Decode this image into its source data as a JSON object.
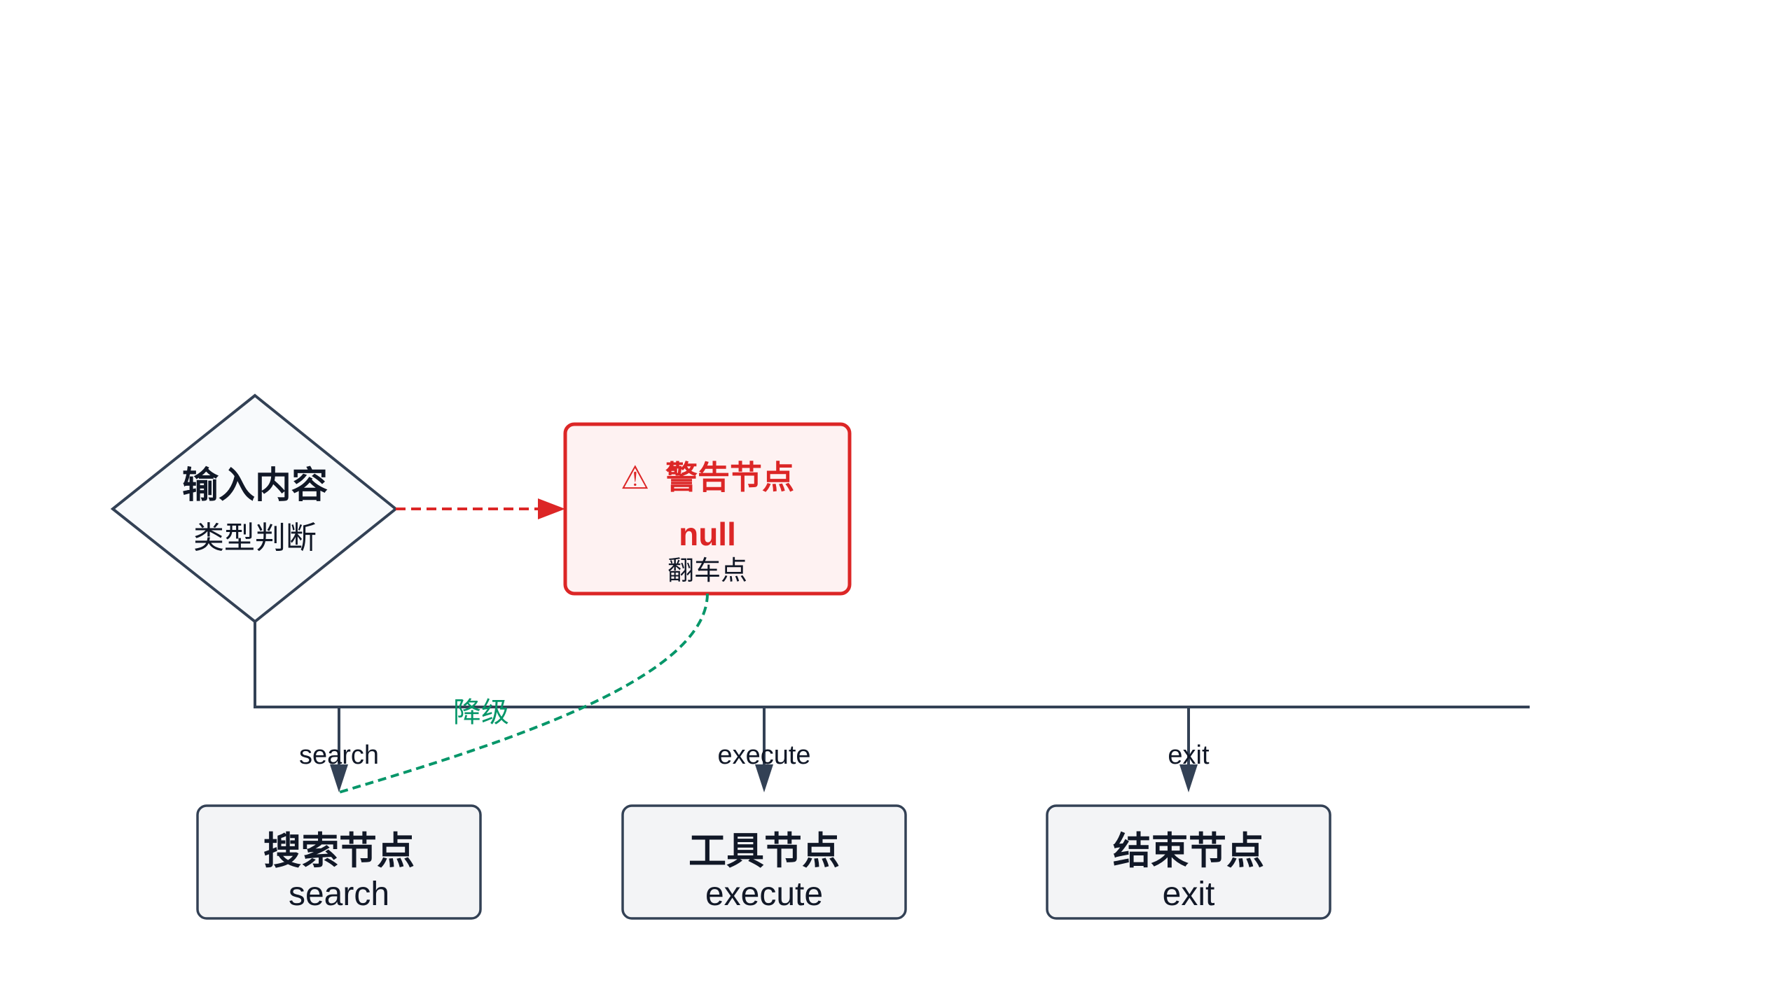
{
  "colors": {
    "stroke": "#334155",
    "text": "#111827",
    "warning": "#dc2626",
    "warning_fill": "#fef2f2",
    "fallback": "#059669",
    "node_fill": "#f3f4f6",
    "decision_fill": "#f8fafc"
  },
  "decision": {
    "title": "输入内容",
    "subtitle": "类型判断"
  },
  "warning": {
    "icon": "warning-icon",
    "icon_glyph": "⚠",
    "title": "警告节点",
    "value": "null",
    "subtitle": "翻车点"
  },
  "edges": {
    "fallback_label": "降级",
    "search_label": "search",
    "execute_label": "execute",
    "exit_label": "exit"
  },
  "nodes": [
    {
      "title": "搜索节点",
      "subtitle": "search"
    },
    {
      "title": "工具节点",
      "subtitle": "execute"
    },
    {
      "title": "结束节点",
      "subtitle": "exit"
    }
  ]
}
